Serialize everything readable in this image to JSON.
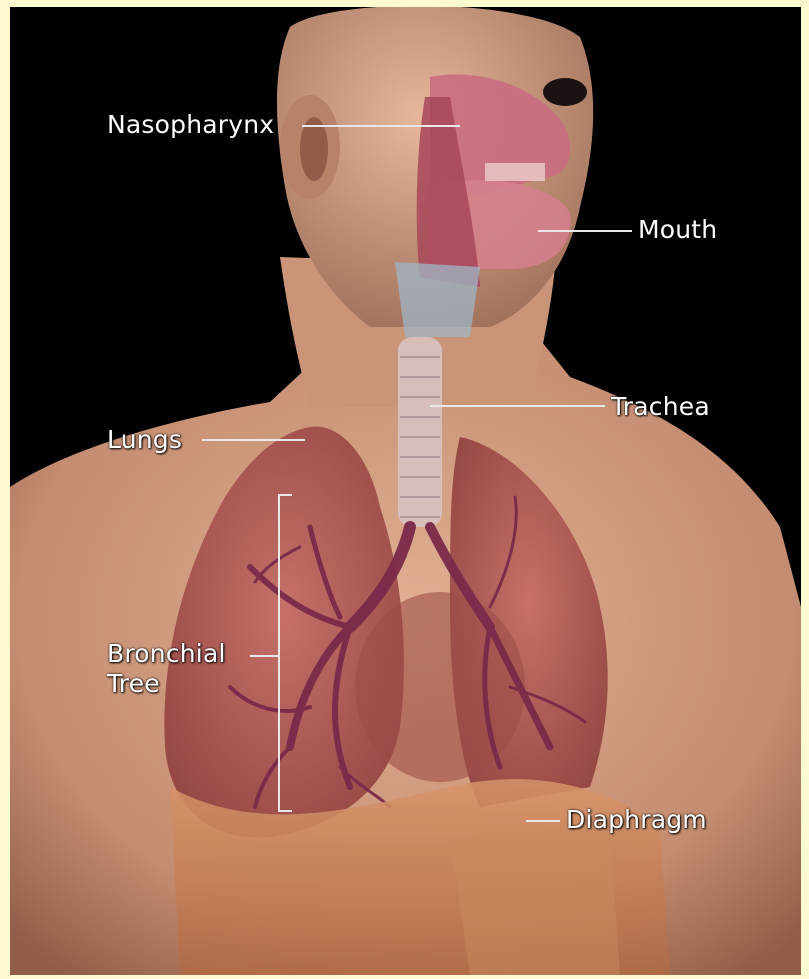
{
  "labels": {
    "nasopharynx": "Nasopharynx",
    "mouth": "Mouth",
    "trachea": "Trachea",
    "lungs": "Lungs",
    "bronchial_line1": "Bronchial",
    "bronchial_line2": "Tree",
    "diaphragm": "Diaphragm"
  },
  "colors": {
    "frame_border": "#fffbd0",
    "background": "#000000",
    "skin": "#d9a486",
    "lung": "#b35a55",
    "bronchi": "#7a2a4a",
    "diaphragm": "#d98f5f",
    "label_text": "#ffffff"
  }
}
